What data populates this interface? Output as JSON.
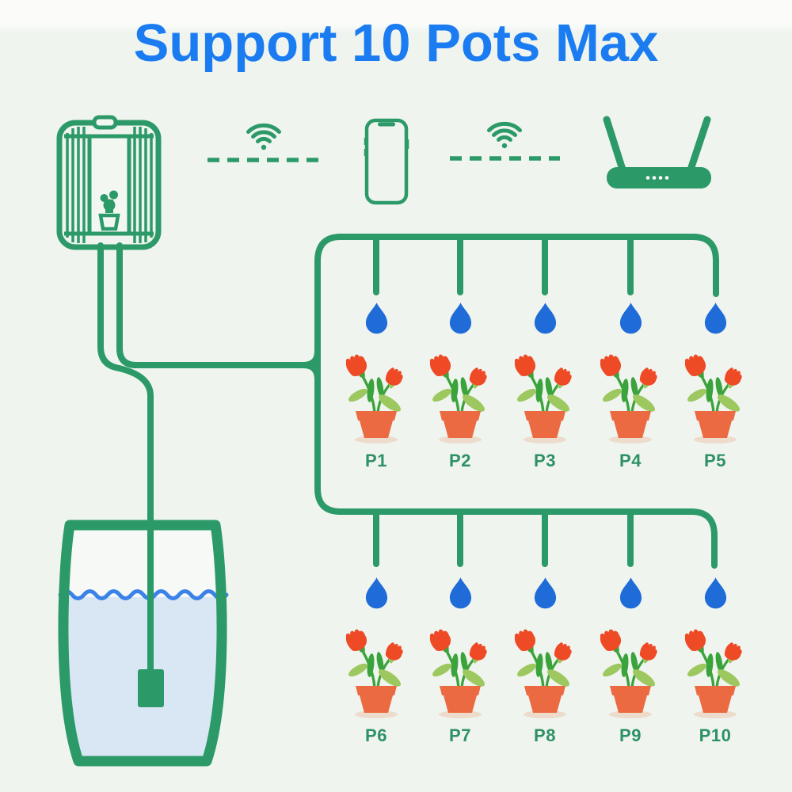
{
  "title": "Support 10 Pots Max",
  "rows": [
    {
      "labels": [
        "P1",
        "P2",
        "P3",
        "P4",
        "P5"
      ]
    },
    {
      "labels": [
        "P6",
        "P7",
        "P8",
        "P9",
        "P10"
      ]
    }
  ],
  "icons": {
    "controller-icon": "barrel-shaped watering controller with cactus pictogram",
    "wifi-icon": "wifi arcs with dot",
    "dashed-link-line": "dashed connection line",
    "phone-icon": "smartphone outline with notch",
    "router-icon": "wifi router with two antennas and four dots",
    "water-drop-icon": "blue teardrop",
    "flower-pot-icon": "two red tulips in orange pot",
    "water-tank-icon": "barrel water tank with wavy water line",
    "pump-weight-icon": "submerged suction weight on tube"
  },
  "colors": {
    "background": "#eff4ee",
    "title_blue": "#1b7cf2",
    "pipe_green": "#2c9a68",
    "label_green": "#2e9164",
    "drop_blue": "#1f6cd9",
    "flower_red": "#ee4a25",
    "leaf_dark": "#3ba33c",
    "leaf_light": "#9dc75f",
    "pot_orange": "#ec6a41",
    "pot_shadow": "#eddbcb",
    "water_fill": "#d8e7f3",
    "wave_blue": "#3b82e8"
  }
}
